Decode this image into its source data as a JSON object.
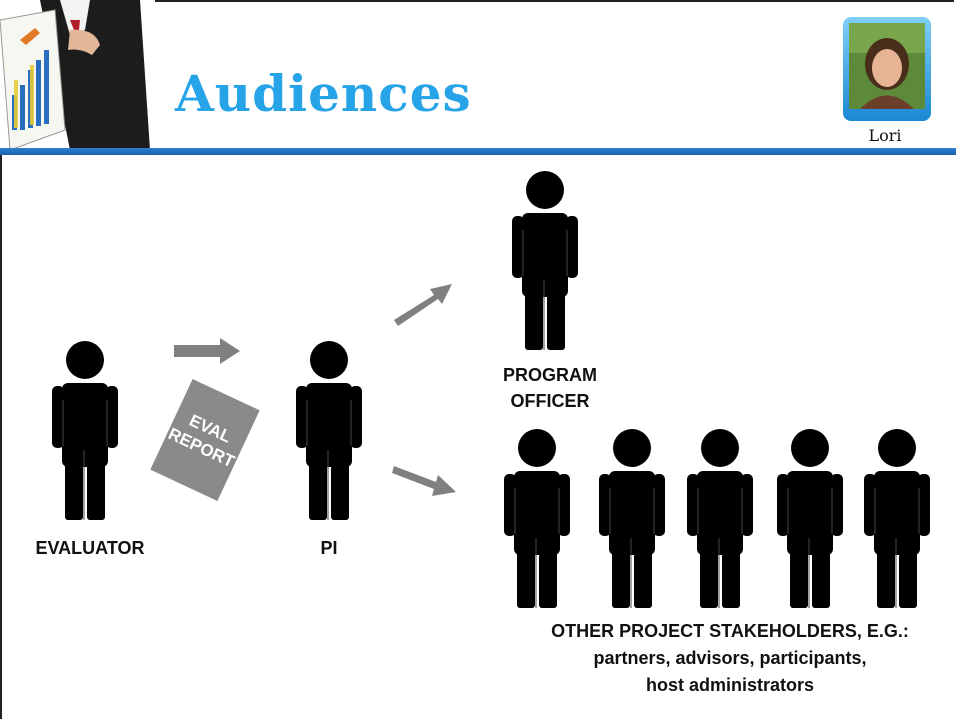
{
  "slide": {
    "title": "Audiences",
    "presenter_name": "Lori",
    "accent_color": "#27a3e8",
    "rule_color": "#1f66b8"
  },
  "diagram": {
    "report_text_line1": "EVAL",
    "report_text_line2": "REPORT",
    "evaluator_label": "EVALUATOR",
    "pi_label": "PI",
    "program_officer_line1": "PROGRAM",
    "program_officer_line2": "OFFICER",
    "stakeholders_line1": "OTHER PROJECT STAKEHOLDERS, E.G.:",
    "stakeholders_line2": "partners, advisors, participants,",
    "stakeholders_line3": "host administrators"
  }
}
